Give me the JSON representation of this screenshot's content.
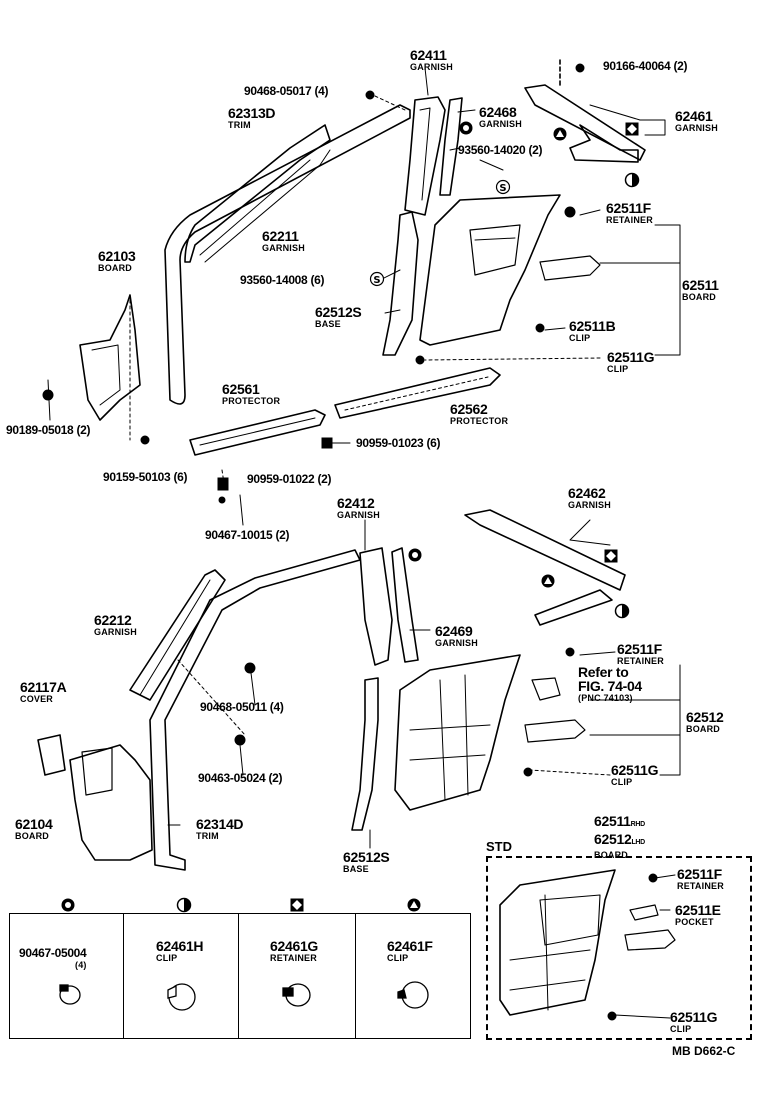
{
  "labels": {
    "p62411": {
      "num": "62411",
      "sub": "GARNISH"
    },
    "p90166": {
      "num": "90166-40064 (2)"
    },
    "p90468a": {
      "num": "90468-05017 (4)"
    },
    "p62313D": {
      "num": "62313D",
      "sub": "TRIM"
    },
    "p62468": {
      "num": "62468",
      "sub": "GARNISH"
    },
    "p62461": {
      "num": "62461",
      "sub": "GARNISH"
    },
    "p93560a": {
      "num": "93560-14020 (2)"
    },
    "p62211": {
      "num": "62211",
      "sub": "GARNISH"
    },
    "p62511Fa": {
      "num": "62511F",
      "sub": "RETAINER"
    },
    "p62103": {
      "num": "62103",
      "sub": "BOARD"
    },
    "p93560b": {
      "num": "93560-14008 (6)"
    },
    "p62511": {
      "num": "62511",
      "sub": "BOARD"
    },
    "p62512S": {
      "num": "62512S",
      "sub": "BASE"
    },
    "p62511B": {
      "num": "62511B",
      "sub": "CLIP"
    },
    "p62511Ga": {
      "num": "62511G",
      "sub": "CLIP"
    },
    "p62561": {
      "num": "62561",
      "sub": "PROTECTOR"
    },
    "p62562": {
      "num": "62562",
      "sub": "PROTECTOR"
    },
    "p90189": {
      "num": "90189-05018 (2)"
    },
    "p90959a": {
      "num": "90959-01023 (6)"
    },
    "p90159": {
      "num": "90159-50103 (6)"
    },
    "p90959b": {
      "num": "90959-01022 (2)"
    },
    "p62412": {
      "num": "62412",
      "sub": "GARNISH"
    },
    "p62462": {
      "num": "62462",
      "sub": "GARNISH"
    },
    "p90467a": {
      "num": "90467-10015 (2)"
    },
    "p62212": {
      "num": "62212",
      "sub": "GARNISH"
    },
    "p62469": {
      "num": "62469",
      "sub": "GARNISH"
    },
    "p62511Fb": {
      "num": "62511F",
      "sub": "RETAINER"
    },
    "p62117A": {
      "num": "62117A",
      "sub": "COVER"
    },
    "pRefer": {
      "num": "Refer to",
      "num2": "FIG. 74-04",
      "sub": "(PNC 74103)"
    },
    "p90468b": {
      "num": "90468-05011 (4)"
    },
    "p62512": {
      "num": "62512",
      "sub": "BOARD"
    },
    "p90463": {
      "num": "90463-05024 (2)"
    },
    "p62511Gb": {
      "num": "62511G",
      "sub": "CLIP"
    },
    "p62104": {
      "num": "62104",
      "sub": "BOARD"
    },
    "p62314D": {
      "num": "62314D",
      "sub": "TRIM"
    },
    "p62512Sb": {
      "num": "62512S",
      "sub": "BASE"
    },
    "pSTDhead": {
      "l1": "62511",
      "l1s": "RHD",
      "l2": "62512",
      "l2s": "LHD",
      "sub": "BOARD"
    },
    "pSTD": {
      "num": "STD"
    },
    "p62511Fc": {
      "num": "62511F",
      "sub": "RETAINER"
    },
    "p62511E": {
      "num": "62511E",
      "sub": "POCKET"
    },
    "p62511Gc": {
      "num": "62511G",
      "sub": "CLIP"
    },
    "code": {
      "num": "MB  D662-C"
    }
  },
  "legend": [
    {
      "num": "90467-05004",
      "qty": "(4)",
      "sub": ""
    },
    {
      "num": "62461H",
      "sub": "CLIP"
    },
    {
      "num": "62461G",
      "sub": "RETAINER"
    },
    {
      "num": "62461F",
      "sub": "CLIP"
    }
  ]
}
